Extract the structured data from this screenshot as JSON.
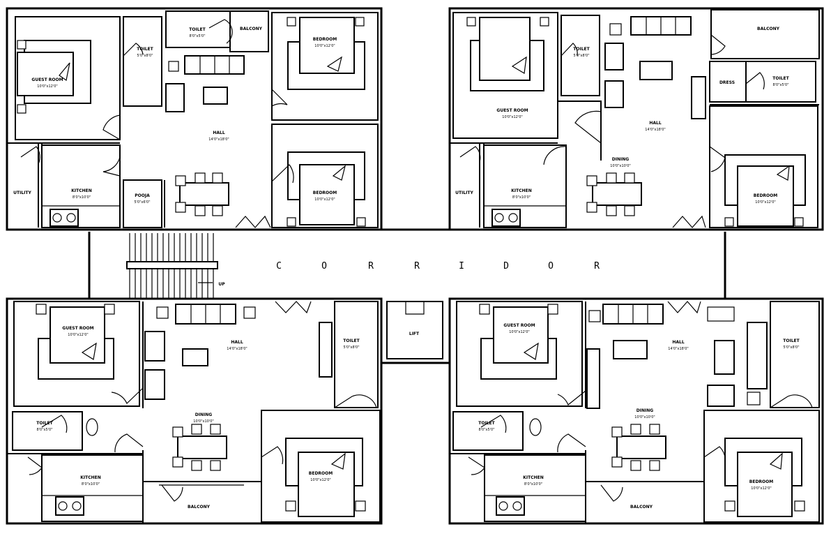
{
  "corridor": {
    "letters": [
      "C",
      "O",
      "R",
      "R",
      "I",
      "D",
      "O",
      "R"
    ]
  },
  "stair": {
    "label": "UP"
  },
  "lift": {
    "label": "LIFT"
  },
  "rooms": {
    "tl": {
      "guest_room": {
        "name": "GUEST ROOM",
        "size": "10'0\"x12'0\""
      },
      "toilet_1": {
        "name": "TOILET",
        "size": "5'0\"x8'0\""
      },
      "toilet_2": {
        "name": "TOILET",
        "size": "8'0\"x5'0\""
      },
      "balcony": {
        "name": "BALCONY"
      },
      "bedroom_1": {
        "name": "BEDROOM",
        "size": "10'0\"x12'0\""
      },
      "hall": {
        "name": "HALL",
        "size": "14'0\"x18'0\""
      },
      "bedroom_2": {
        "name": "BEDROOM",
        "size": "10'0\"x12'0\""
      },
      "utility": {
        "name": "UTILITY"
      },
      "kitchen": {
        "name": "KITCHEN",
        "size": "8'0\"x10'0\""
      },
      "pooja": {
        "name": "POOJA",
        "size": "5'0\"x6'0\""
      }
    },
    "tr": {
      "balcony": {
        "name": "BALCONY"
      },
      "toilet_1": {
        "name": "TOILET",
        "size": "5'0\"x8'0\""
      },
      "guest_room": {
        "name": "GUEST ROOM",
        "size": "10'0\"x12'0\""
      },
      "hall": {
        "name": "HALL",
        "size": "14'0\"x18'0\""
      },
      "dress": {
        "name": "DRESS"
      },
      "toilet_2": {
        "name": "TOILET",
        "size": "8'0\"x5'0\""
      },
      "dining": {
        "name": "DINING",
        "size": "10'0\"x10'0\""
      },
      "bedroom": {
        "name": "BEDROOM",
        "size": "10'0\"x12'0\""
      },
      "utility": {
        "name": "UTILITY"
      },
      "kitchen": {
        "name": "KITCHEN",
        "size": "8'0\"x10'0\""
      }
    },
    "bl": {
      "guest_room": {
        "name": "GUEST ROOM",
        "size": "10'0\"x12'0\""
      },
      "hall": {
        "name": "HALL",
        "size": "14'0\"x18'0\""
      },
      "toilet_1": {
        "name": "TOILET",
        "size": "5'0\"x8'0\""
      },
      "toilet_2": {
        "name": "TOILET",
        "size": "8'0\"x5'0\""
      },
      "dining": {
        "name": "DINING",
        "size": "10'0\"x10'0\""
      },
      "kitchen": {
        "name": "KITCHEN",
        "size": "8'0\"x10'0\""
      },
      "bedroom": {
        "name": "BEDROOM",
        "size": "10'0\"x12'0\""
      },
      "balcony": {
        "name": "BALCONY"
      }
    },
    "br": {
      "guest_room": {
        "name": "GUEST ROOM",
        "size": "10'0\"x12'0\""
      },
      "hall": {
        "name": "HALL",
        "size": "14'0\"x18'0\""
      },
      "toilet_1": {
        "name": "TOILET",
        "size": "5'0\"x8'0\""
      },
      "toilet_2": {
        "name": "TOILET",
        "size": "8'0\"x5'0\""
      },
      "dining": {
        "name": "DINING",
        "size": "10'0\"x10'0\""
      },
      "kitchen": {
        "name": "KITCHEN",
        "size": "8'0\"x10'0\""
      },
      "bedroom": {
        "name": "BEDROOM",
        "size": "10'0\"x12'0\""
      },
      "balcony": {
        "name": "BALCONY"
      }
    }
  }
}
